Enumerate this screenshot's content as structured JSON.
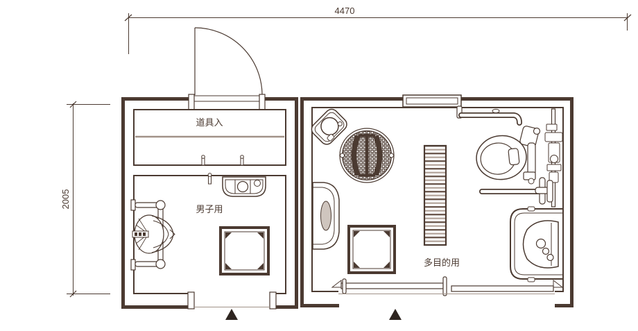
{
  "plan": {
    "type": "floor-plan",
    "dim_top": "4470",
    "dim_left": "2005",
    "rooms": {
      "storage": "道具入",
      "mens": "男子用",
      "multi": "多目的用"
    },
    "colors": {
      "line": "#4b3a31",
      "light_line": "#a19288",
      "marker": "#2e2520",
      "shade": "#cfc5be"
    },
    "fixtures": [
      "hinged-entrance-door",
      "storage-shelf",
      "coat-hooks",
      "urinal-with-grab-bar-frame",
      "hand-wash-sink",
      "wall-hook",
      "floor-pit-left",
      "entrance-marker-left",
      "corner-wash-basin",
      "circular-floor-drain",
      "wall-folding-seat",
      "floor-pit-right",
      "fold-down-changing-table",
      "wall-grab-bar",
      "toilet-with-flush-unit",
      "toilet-partition",
      "toilet-grab-bar-bracket",
      "accessible-sink",
      "top-wall-window",
      "double-sliding-door",
      "entrance-marker-right"
    ]
  }
}
